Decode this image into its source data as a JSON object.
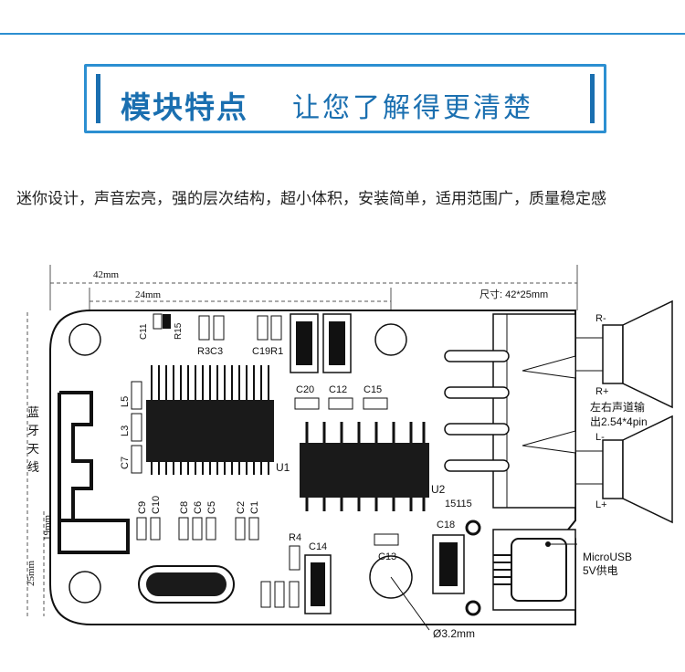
{
  "title": {
    "main": "模块特点",
    "sub": "让您了解得更清楚"
  },
  "description": "迷你设计，声音宏亮，强的层次结构，超小体积，安装简单，适用范围广，质量稳定感",
  "dimensions": {
    "width_42": "42mm",
    "width_24": "24mm",
    "size": "尺寸: 42*25mm",
    "height_19": "19mm",
    "height_25": "25mm",
    "hole": "Ø3.2mm"
  },
  "labels": {
    "bluetooth": [
      "蓝",
      "牙",
      "天",
      "线"
    ],
    "output_line1": "左右声道输",
    "output_line2": "出2.54*4pin",
    "r_minus": "R-",
    "r_plus": "R+",
    "l_minus": "L-",
    "l_plus": "L+",
    "usb_line1": "MicroUSB",
    "usb_line2": "5V供电",
    "code": "15115"
  },
  "components": {
    "c11": "C11",
    "r15": "R15",
    "r3c3": "R3C3",
    "c19r1": "C19R1",
    "c20": "C20",
    "c12": "C12",
    "c15": "C15",
    "l5": "L5",
    "l3": "L3",
    "c7": "C7",
    "u1": "U1",
    "u2": "U2",
    "c9": "C9",
    "c10": "C10",
    "c8": "C8",
    "c6": "C6",
    "c5": "C5",
    "c2": "C2",
    "c1": "C1",
    "r4": "R4",
    "c14": "C14",
    "c13": "C13",
    "c18": "C18"
  },
  "colors": {
    "accent": "#1a6fb0",
    "border": "#2c8fd1",
    "chip": "#1a1a1a"
  }
}
